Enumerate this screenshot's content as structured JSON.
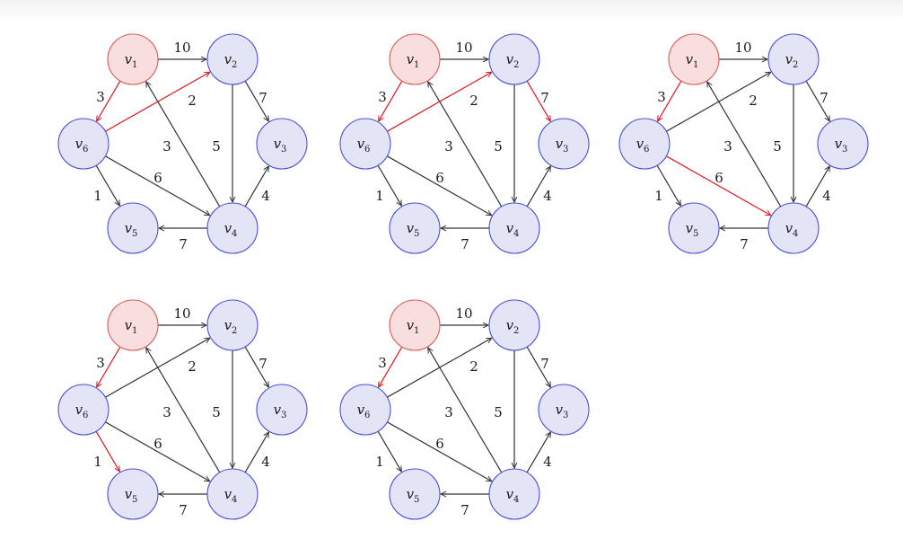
{
  "colors": {
    "node_fill": "#e4e4f7",
    "node_stroke": "#4a4fd9",
    "source_fill": "#f9dede",
    "source_stroke": "#dc5b5b",
    "edge": "#333333",
    "highlight": "#e0141e"
  },
  "nodes": [
    {
      "id": "v1",
      "base": "v",
      "sub": "1",
      "source": true
    },
    {
      "id": "v2",
      "base": "v",
      "sub": "2",
      "source": false
    },
    {
      "id": "v3",
      "base": "v",
      "sub": "3",
      "source": false
    },
    {
      "id": "v4",
      "base": "v",
      "sub": "4",
      "source": false
    },
    {
      "id": "v5",
      "base": "v",
      "sub": "5",
      "source": false
    },
    {
      "id": "v6",
      "base": "v",
      "sub": "6",
      "source": false
    }
  ],
  "edges": [
    {
      "from": "v1",
      "to": "v2",
      "weight": "10"
    },
    {
      "from": "v1",
      "to": "v6",
      "weight": "3"
    },
    {
      "from": "v6",
      "to": "v2",
      "weight": "2"
    },
    {
      "from": "v2",
      "to": "v3",
      "weight": "7"
    },
    {
      "from": "v2",
      "to": "v4",
      "weight": "5"
    },
    {
      "from": "v4",
      "to": "v1",
      "weight": "3"
    },
    {
      "from": "v6",
      "to": "v4",
      "weight": "6"
    },
    {
      "from": "v6",
      "to": "v5",
      "weight": "1"
    },
    {
      "from": "v4",
      "to": "v3",
      "weight": "4"
    },
    {
      "from": "v4",
      "to": "v5",
      "weight": "7"
    }
  ],
  "panels": [
    {
      "highlighted": [
        "v1-v6",
        "v6-v2"
      ]
    },
    {
      "highlighted": [
        "v1-v6",
        "v6-v2",
        "v2-v3"
      ]
    },
    {
      "highlighted": [
        "v1-v6",
        "v6-v4"
      ]
    },
    {
      "highlighted": [
        "v1-v6",
        "v6-v5"
      ]
    },
    {
      "highlighted": [
        "v1-v6"
      ]
    }
  ]
}
